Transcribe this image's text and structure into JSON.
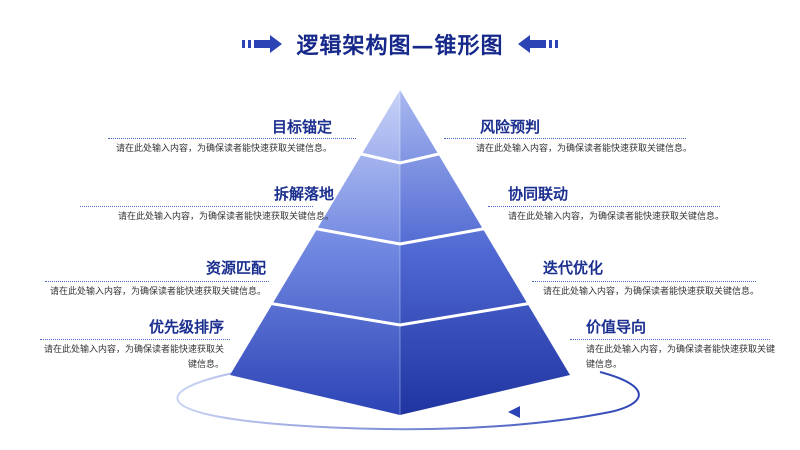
{
  "title": "逻辑架构图—锥形图",
  "left_items": [
    {
      "label": "目标锚定",
      "desc": "请在此处输入内容，为确保读者能快速获取关键信息。"
    },
    {
      "label": "拆解落地",
      "desc": "请在此处输入内容，为确保读者能快速获取关键信息。"
    },
    {
      "label": "资源匹配",
      "desc": "请在此处输入内容，为确保读者能快速获取关键信息。"
    },
    {
      "label": "优先级排序",
      "desc_line1": "请在此处输入内容，为确保读者能快速获取关",
      "desc_line2": "键信息。"
    }
  ],
  "right_items": [
    {
      "label": "风险预判",
      "desc": "请在此处输入内容，为确保读者能快速获取关键信息。"
    },
    {
      "label": "协同联动",
      "desc": "请在此处输入内容，为确保读者能快速获取关键信息。"
    },
    {
      "label": "迭代优化",
      "desc": "请在此处输入内容，为确保读者能快速获取关键信息。"
    },
    {
      "label": "价值导向",
      "desc_line1": "请在此处输入内容，为确保读者能快速获取关键",
      "desc_line2": "键信息。"
    }
  ],
  "colors": {
    "primary": "#1b2f8f",
    "pyramid_top": "#a9b8f0",
    "pyramid_bottom": "#2f47b8",
    "accent_line": "#4b64c8"
  }
}
